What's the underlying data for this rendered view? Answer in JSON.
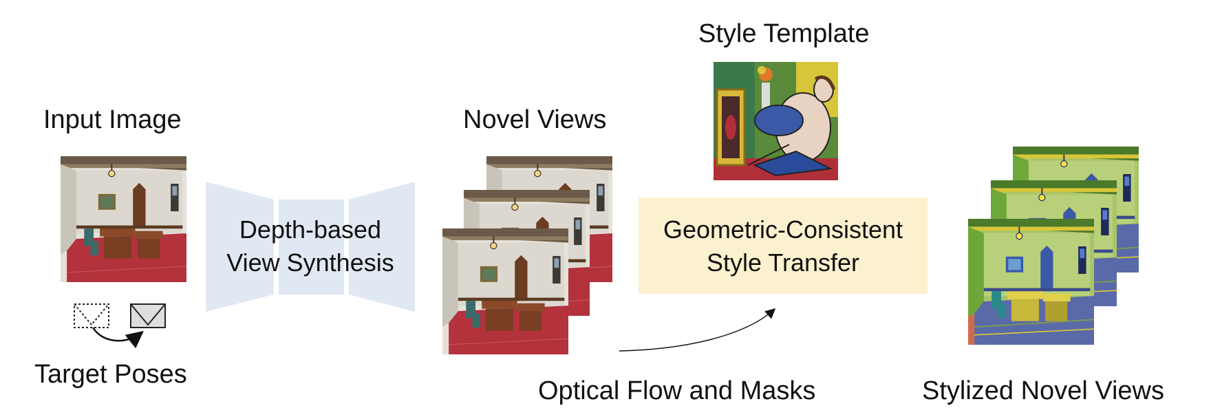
{
  "labels": {
    "input_image": "Input Image",
    "target_poses": "Target Poses",
    "view_synthesis_line1": "Depth-based",
    "view_synthesis_line2": "View Synthesis",
    "novel_views": "Novel Views",
    "style_template": "Style Template",
    "style_transfer_line1": "Geometric-Consistent",
    "style_transfer_line2": "Style Transfer",
    "optical_flow": "Optical Flow and Masks",
    "stylized_novel_views": "Stylized Novel Views"
  },
  "colors": {
    "synthesis_block": "#dfe8f3",
    "transfer_block": "#fcf1cf",
    "room_wall": "#d9d6cf",
    "room_floor": "#b0303a",
    "room_wood": "#8a4a2a",
    "stylized_green": "#6fa83a",
    "stylized_blue": "#3a5aa8",
    "style_yellow": "#d8c63a"
  },
  "icons": {
    "source_pose": "camera-frustum-dotted-icon",
    "target_pose": "camera-frustum-solid-icon",
    "pose_arrow": "curved-arrow-icon",
    "flow_arrow": "curved-arrow-icon"
  }
}
